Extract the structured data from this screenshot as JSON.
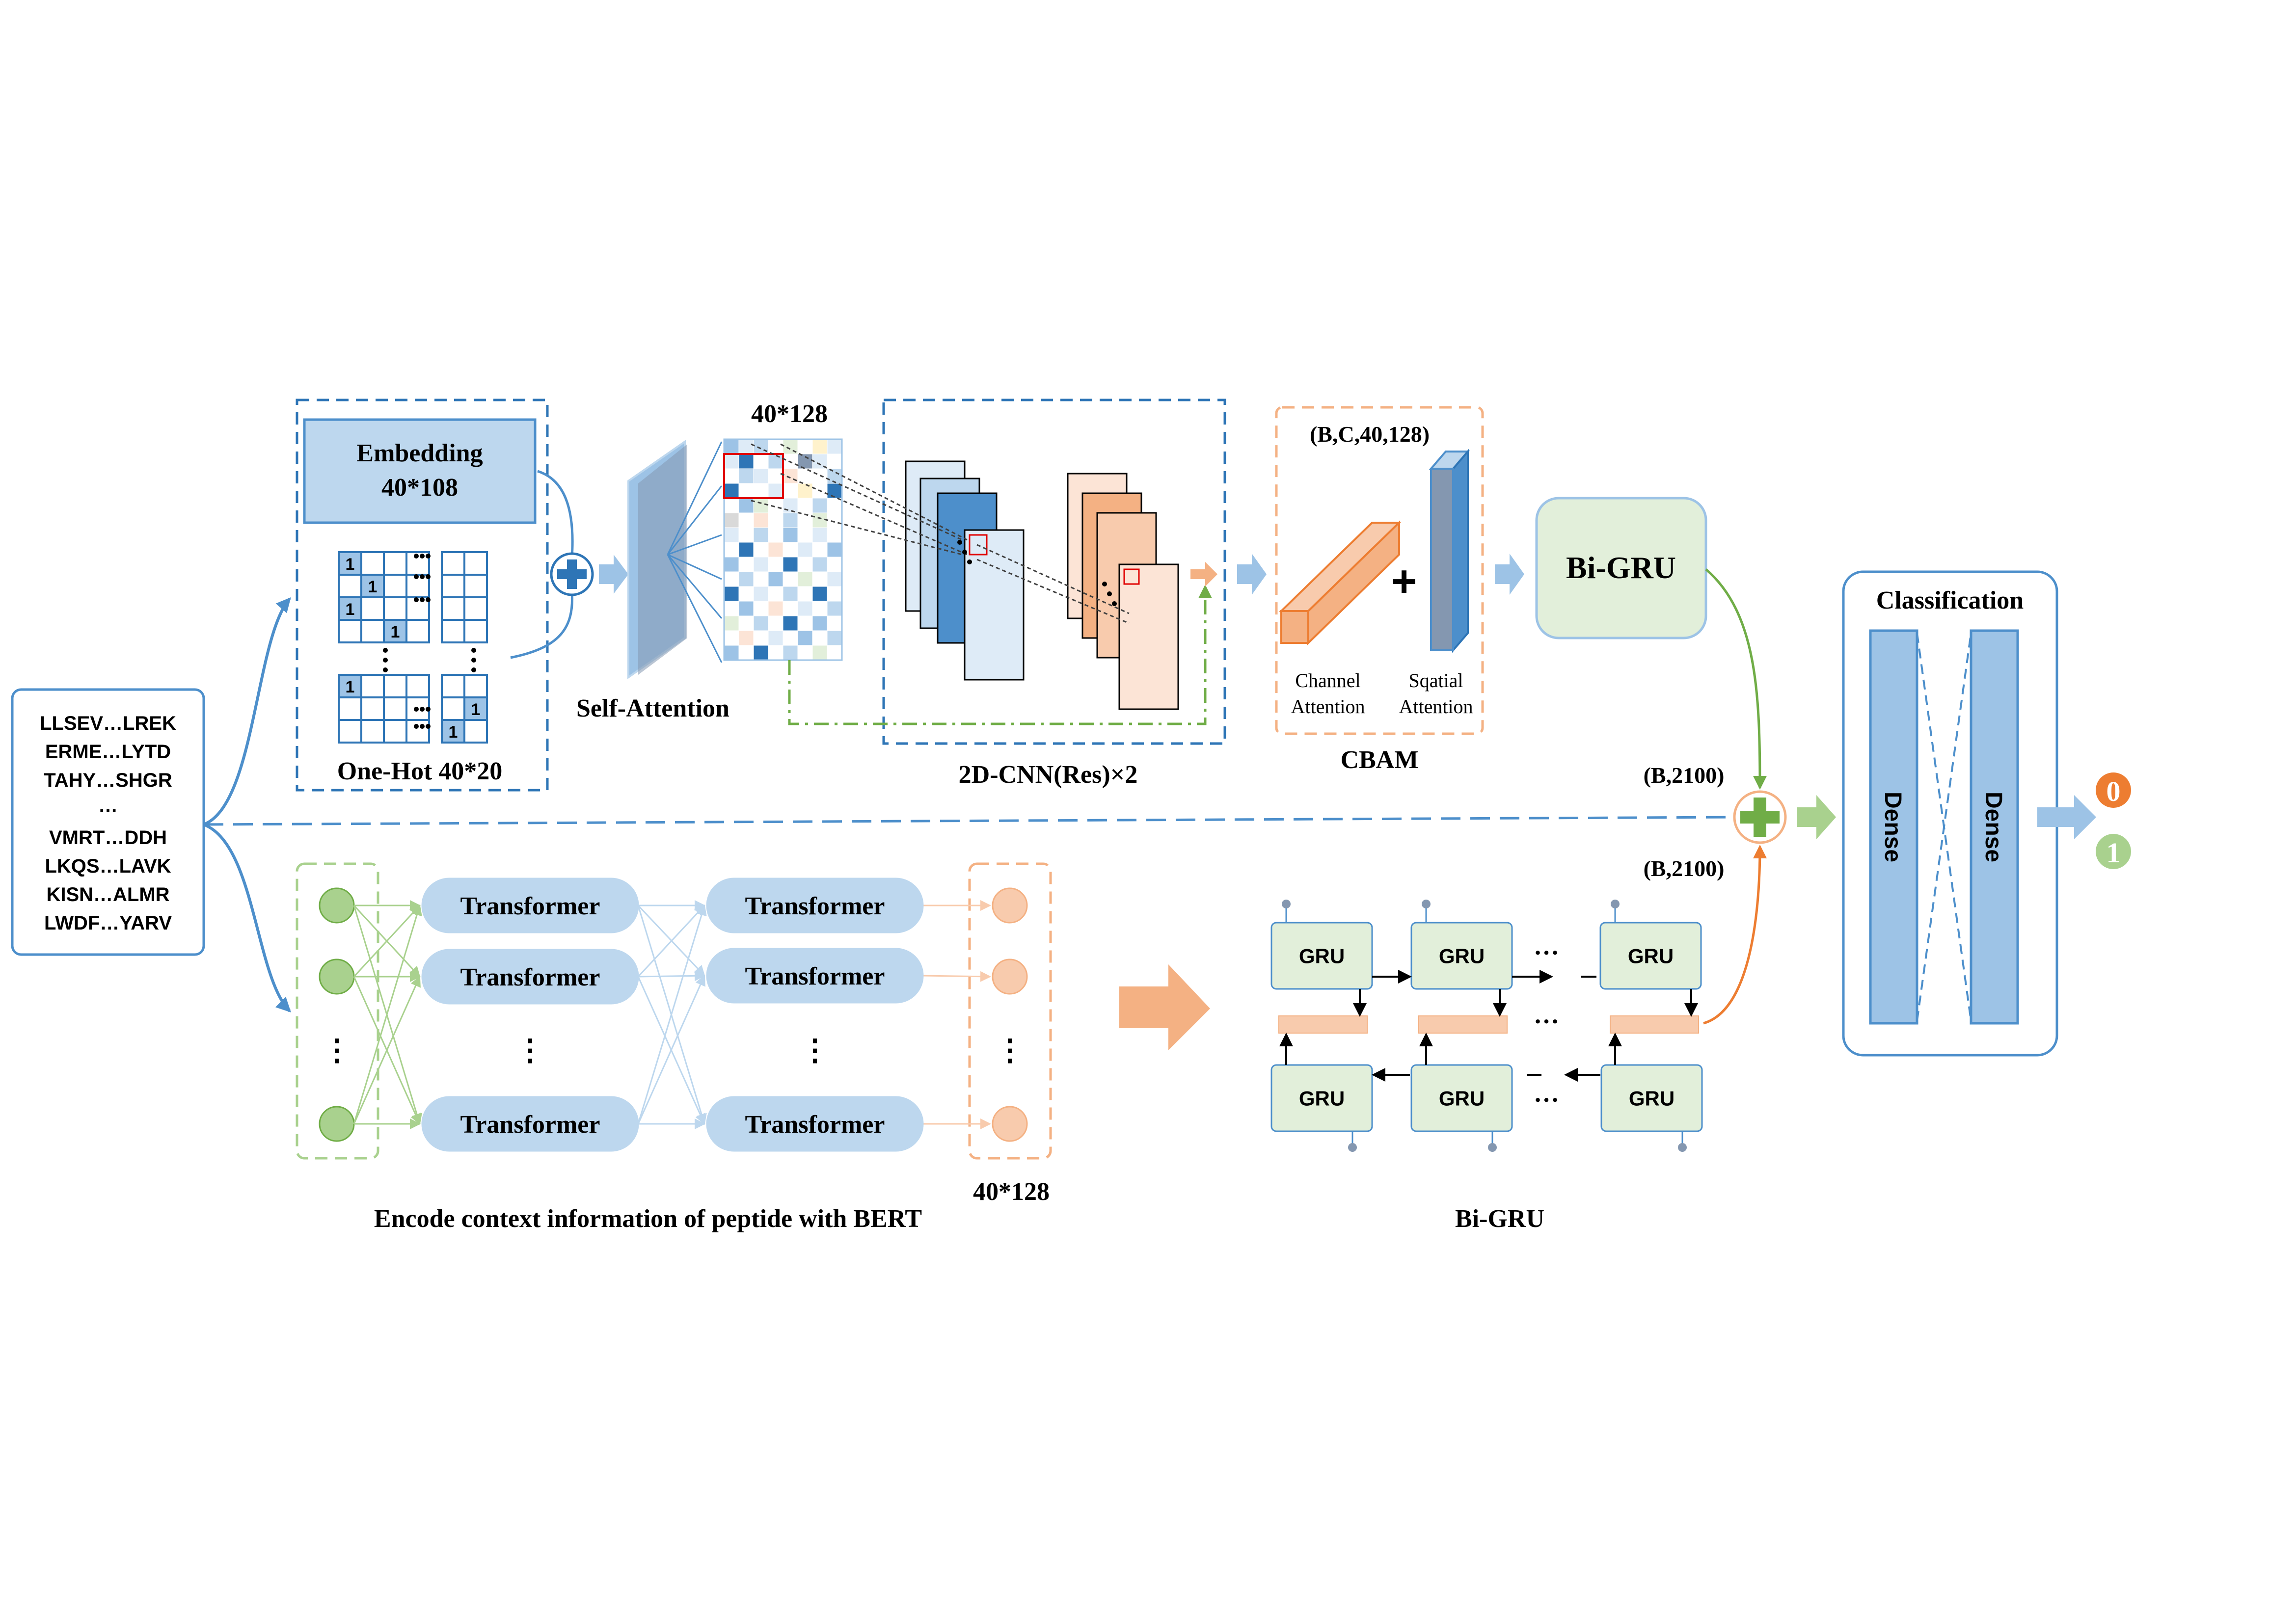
{
  "sequences": [
    "LLSEV…LREK",
    "ERME…LYTD",
    "TAHY…SHGR",
    "…",
    "VMRT…DDH",
    "LKQS…LAVK",
    "KISN…ALMR",
    "LWDF…YARV"
  ],
  "embedding": {
    "title": "Embedding",
    "dims": "40*108"
  },
  "onehot": {
    "label": "One-Hot 40*20",
    "one": "1"
  },
  "self_attention": {
    "label": "Self-Attention",
    "matrix_dims": "40*128"
  },
  "cnn": {
    "label": "2D-CNN(Res)×2"
  },
  "cbam": {
    "label": "CBAM",
    "shape": "(B,C,40,128)",
    "channel_label_1": "Channel",
    "channel_label_2": "Attention",
    "spatial_label_1": "Sqatial",
    "spatial_label_2": "Attention",
    "plus": "+"
  },
  "bigru_top": {
    "label": "Bi-GRU"
  },
  "merge": {
    "shape_top": "(B,2100)",
    "shape_bottom": "(B,2100)"
  },
  "bert": {
    "transformer_label": "Transformer",
    "caption": "Encode context information of peptide with BERT",
    "out_dims": "40*128",
    "vdots": "⋮"
  },
  "bigru_detail": {
    "cell_label": "GRU",
    "caption": "Bi-GRU",
    "ellipsis": "…"
  },
  "classification": {
    "title": "Classification",
    "dense_label": "Dense"
  },
  "outputs": {
    "zero": "0",
    "one": "1"
  },
  "colors": {
    "blue": "#4d8fcb",
    "dark_blue": "#2e75b6",
    "light_blue": "#bdd7ee",
    "pale_blue": "#deebf7",
    "orange": "#ed7d31",
    "light_orange": "#f8cbad",
    "green": "#70ad47",
    "light_green": "#e2efda",
    "gray_slate": "#8497b0"
  }
}
